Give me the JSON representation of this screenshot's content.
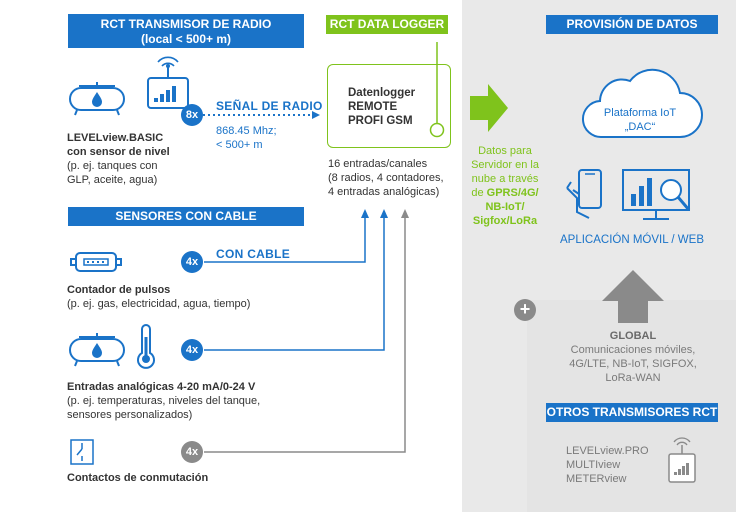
{
  "headers": {
    "radio_transmitter": "RCT  TRANSMISOR DE RADIO",
    "radio_transmitter_sub": "(local < 500+ m)",
    "data_logger": "RCT DATA LOGGER",
    "data_provision": "PROVISIÓN DE DATOS",
    "wired_sensors": "SENSORES CON CABLE",
    "other_transmitters": "OTROS TRANSMISORES RCT"
  },
  "levelview": {
    "title1": "LEVELview.BASIC",
    "title2": "con sensor de nivel",
    "desc1": "(p. ej. tanques con",
    "desc2": "GLP, aceite, agua)",
    "badge": "8x"
  },
  "radio_signal": {
    "label": "SEÑAL DE RADIO",
    "freq1": "868.45 Mhz;",
    "freq2": "< 500+ m"
  },
  "logger": {
    "line1": "Datenlogger",
    "line2": "REMOTE",
    "line3": "PROFI GSM",
    "desc1": "16 entradas/canales",
    "desc2": "(8 radios, 4 contadores,",
    "desc3": "4 entradas analógicas)"
  },
  "cloud_text": {
    "l1": "Datos para",
    "l2": "Servidor en la",
    "l3": "nube a través",
    "l4_pre": "de ",
    "l4_b": "GPRS/4G/",
    "l5": "NB-IoT/",
    "l6": "Sigfox/LoRa"
  },
  "iot": {
    "line1": "Plataforma IoT",
    "line2": "„DAC“",
    "app": "APLICACIÓN MÓVIL / WEB"
  },
  "pulse": {
    "badge": "4x",
    "wire_label": "CON CABLE",
    "title": "Contador de pulsos",
    "desc": "(p. ej. gas, electricidad, agua, tiempo)"
  },
  "analog": {
    "badge": "4x",
    "title": "Entradas analógicas 4-20 mA/0-24 V",
    "desc1": "(p. ej. temperaturas, niveles del tanque,",
    "desc2": "sensores personalizados)"
  },
  "switch": {
    "badge": "4x",
    "title": "Contactos de conmutación"
  },
  "global": {
    "plus": "+",
    "title": "GLOBAL",
    "l1": "Comunicaciones móviles,",
    "l2": "4G/LTE, NB-IoT, SIGFOX,",
    "l3": "LoRa-WAN"
  },
  "other": {
    "l1": "LEVELview.PRO",
    "l2": "MULTIview",
    "l3": "METERview"
  },
  "colors": {
    "blue": "#1a73c8",
    "green": "#7fc31c",
    "gray": "#8a8a8a"
  }
}
